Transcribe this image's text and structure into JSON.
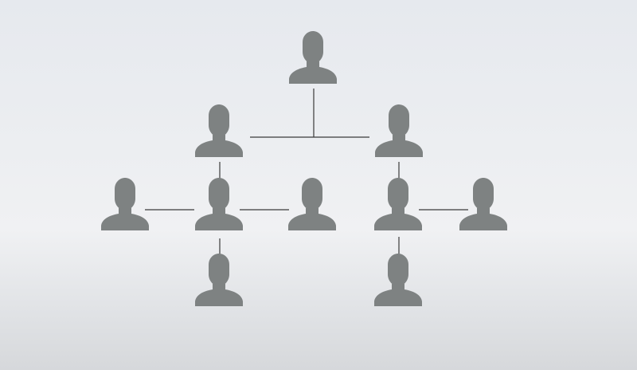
{
  "diagram": {
    "type": "org-chart",
    "icon": "person-silhouette-icon",
    "icon_color": "#7e8282",
    "line_color": "#3a3a3a",
    "background": [
      "#e6e9ee",
      "#f0f1f3",
      "#d6d8db"
    ],
    "nodes": [
      {
        "id": "root",
        "level": 0
      },
      {
        "id": "left-manager",
        "level": 1,
        "parent": "root"
      },
      {
        "id": "right-manager",
        "level": 1,
        "parent": "root"
      },
      {
        "id": "left-lead",
        "level": 2,
        "parent": "left-manager"
      },
      {
        "id": "left-lead-peer-left",
        "level": 2,
        "linked_to": "left-lead"
      },
      {
        "id": "left-lead-peer-right",
        "level": 2,
        "linked_to": "left-lead"
      },
      {
        "id": "left-lead-report",
        "level": 3,
        "parent": "left-lead"
      },
      {
        "id": "right-lead",
        "level": 2,
        "parent": "right-manager"
      },
      {
        "id": "right-lead-peer-right",
        "level": 2,
        "linked_to": "right-lead"
      },
      {
        "id": "right-lead-report",
        "level": 3,
        "parent": "right-lead"
      }
    ]
  }
}
